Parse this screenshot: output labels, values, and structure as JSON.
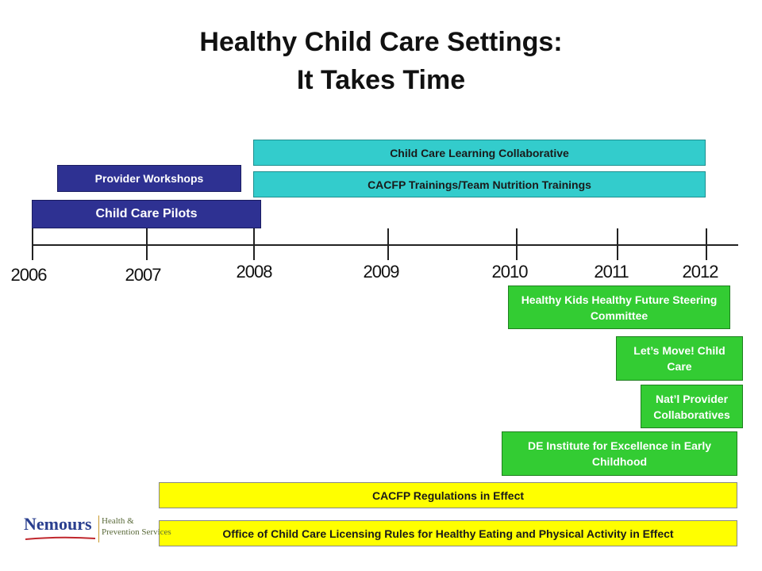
{
  "title": {
    "line1": "Healthy Child Care Settings:",
    "line2": "It Takes Time"
  },
  "timeline": {
    "years": [
      "2006",
      "2007",
      "2008",
      "2009",
      "2010",
      "2011",
      "2012"
    ]
  },
  "bars_above": {
    "child_care_learning_collaborative": "Child Care Learning Collaborative",
    "provider_workshops": "Provider Workshops",
    "cacfp_trainings": "CACFP Trainings/Team Nutrition Trainings",
    "child_care_pilots": "Child Care Pilots"
  },
  "bars_below": {
    "healthy_kids": "Healthy Kids Healthy Future Steering Committee",
    "lets_move": "Let’s Move! Child Care",
    "natl_provider": "Nat’l Provider Collaboratives",
    "de_institute": "DE Institute for Excellence in Early Childhood",
    "cacfp_regulations": "CACFP Regulations in Effect",
    "occl_rules": "Office of Child Care Licensing Rules for Healthy Eating and Physical Activity in Effect"
  },
  "logo": {
    "name": "Nemours",
    "sub_line1": "Health &",
    "sub_line2": "Prevention Services"
  },
  "colors": {
    "navy": "#2e3192",
    "teal": "#33cccc",
    "green": "#33cc33",
    "yellow": "#ffff00"
  }
}
